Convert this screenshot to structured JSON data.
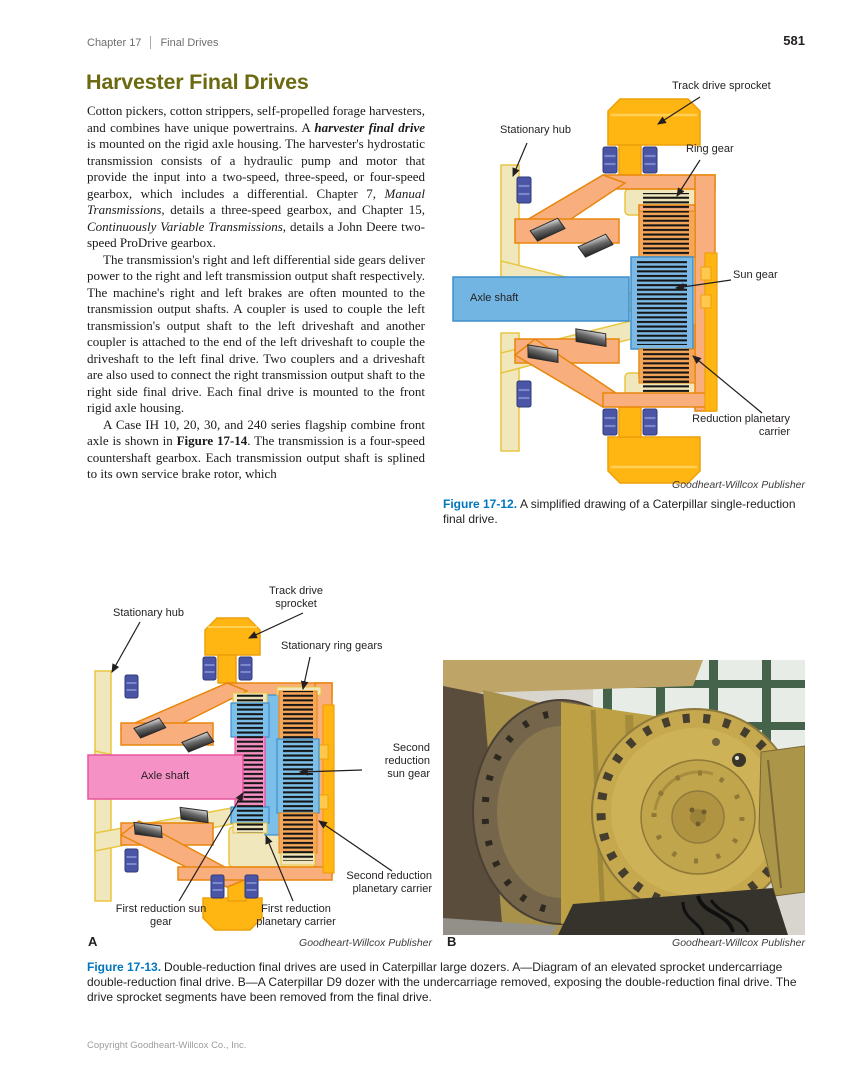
{
  "header": {
    "chapter": "Chapter 17",
    "section": "Final Drives",
    "page_number": "581"
  },
  "heading": "Harvester Final Drives",
  "article": {
    "paragraphs": [
      {
        "indent": false,
        "segments": [
          {
            "t": "Cotton pickers, cotton strippers, self-propelled forage harvesters, and combines have unique powertrains. A "
          },
          {
            "t": "harvester final drive",
            "s": "bi"
          },
          {
            "t": " is mounted on the rigid axle housing. The harvester's hydrostatic transmission consists of a hydraulic pump and motor that provide the input into a two-speed, three-speed, or four-speed gearbox, which includes a differential. Chapter 7, "
          },
          {
            "t": "Manual Transmissions",
            "s": "i"
          },
          {
            "t": ", details a three-speed gearbox, and Chapter 15, "
          },
          {
            "t": "Continuously Variable Transmissions",
            "s": "i"
          },
          {
            "t": ", details a John Deere two-speed ProDrive gearbox."
          }
        ]
      },
      {
        "indent": true,
        "segments": [
          {
            "t": "The transmission's right and left differential side gears deliver power to the right and left transmission output shaft respectively. The machine's right and left brakes are often mounted to the transmission output shafts. A coupler is used to couple the left transmission's output shaft to the left driveshaft and another coupler is attached to the end of the left driveshaft to couple the driveshaft to the left final drive. Two couplers and a driveshaft are also used to connect the right transmission output shaft to the right side final drive. Each final drive is mounted to the front rigid axle housing."
          }
        ]
      },
      {
        "indent": true,
        "segments": [
          {
            "t": "A Case IH 10, 20, 30, and 240 series flagship combine front axle is shown in "
          },
          {
            "t": "Figure 17-14",
            "s": "b"
          },
          {
            "t": ". The transmission is a four-speed countershaft gearbox. Each transmission output shaft is splined to its own service brake rotor, which"
          }
        ]
      }
    ]
  },
  "fig12": {
    "labels": {
      "track_drive_sprocket": "Track drive sprocket",
      "stationary_hub": "Stationary hub",
      "ring_gear": "Ring gear",
      "sun_gear": "Sun gear",
      "axle_shaft": "Axle shaft",
      "reduction_planetary_carrier": "Reduction planetary carrier"
    },
    "credit": "Goodheart-Willcox Publisher",
    "caption": {
      "label": "Figure 17-12.",
      "text": "A simplified drawing of a Caterpillar single-reduction final drive."
    }
  },
  "fig13": {
    "a": {
      "letter": "A",
      "labels": {
        "track_drive_sprocket": "Track drive sprocket",
        "stationary_hub": "Stationary hub",
        "stationary_ring_gears": "Stationary ring gears",
        "axle_shaft": "Axle shaft",
        "second_reduction_sun_gear": "Second reduction sun gear",
        "second_reduction_planetary_carrier": "Second reduction planetary carrier",
        "first_reduction_sun_gear": "First reduction sun gear",
        "first_reduction_planetary_carrier": "First reduction planetary carrier"
      },
      "credit": "Goodheart-Willcox Publisher"
    },
    "b": {
      "letter": "B",
      "credit": "Goodheart-Willcox Publisher"
    },
    "caption": {
      "label": "Figure 17-13.",
      "text": "Double-reduction final drives are used in Caterpillar large dozers. A—Diagram of an elevated sprocket undercarriage double-reduction final drive. B—A Caterpillar D9 dozer with the undercarriage removed, exposing the double-reduction final drive. The drive sprocket segments have been removed from the final drive."
    }
  },
  "footer": {
    "copyright": "Copyright Goodheart-Willcox Co., Inc."
  },
  "colors": {
    "accent_blue": "#0076BC",
    "heading_olive": "#6C6A11",
    "sprocket_gold": "#FFB612",
    "carrier_salmon": "#F8AE7D",
    "hub_cream": "#F1E7BC",
    "axle_blue": "#72B5E2",
    "axle_pink": "#F591C5",
    "bolt_navy": "#4A55A5"
  }
}
